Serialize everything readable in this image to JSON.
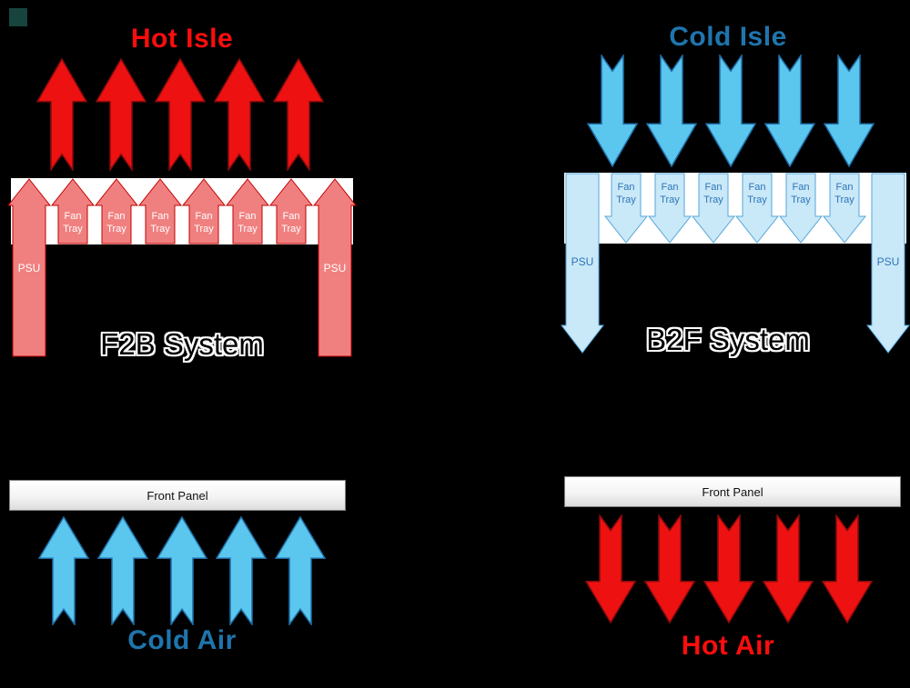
{
  "left_panel": {
    "aisle_label": "Hot Isle",
    "system_label": "F2B System",
    "front_panel_label": "Front Panel",
    "air_label": "Cold Air",
    "psu_label": "PSU",
    "fan_tray_line1": "Fan",
    "fan_tray_line2": "Tray",
    "fan_tray_count": 6,
    "psu_count": 2,
    "exhaust_arrow_count": 5,
    "intake_arrow_count": 5,
    "colors": {
      "aisle_label": "#FF0D0D",
      "air_label": "#1F75AD",
      "exhaust_arrows": "#EE1111",
      "intake_arrows": "#5BC6EE",
      "chassis_fill": "#F08080",
      "chassis_stroke": "#C00000",
      "chassis_text": "#FFFFFF"
    }
  },
  "right_panel": {
    "aisle_label": "Cold Isle",
    "system_label": "B2F System",
    "front_panel_label": "Front Panel",
    "air_label": "Hot Air",
    "psu_label": "PSU",
    "fan_tray_line1": "Fan",
    "fan_tray_line2": "Tray",
    "fan_tray_count": 6,
    "psu_count": 2,
    "intake_arrow_count": 5,
    "exhaust_arrow_count": 5,
    "colors": {
      "aisle_label": "#1F75AD",
      "air_label": "#FF0D0D",
      "intake_arrows": "#5BC6EE",
      "exhaust_arrows": "#EE1111",
      "chassis_fill": "#C9E8F8",
      "chassis_stroke": "#56A6D8",
      "chassis_text": "#2E75B6"
    }
  }
}
